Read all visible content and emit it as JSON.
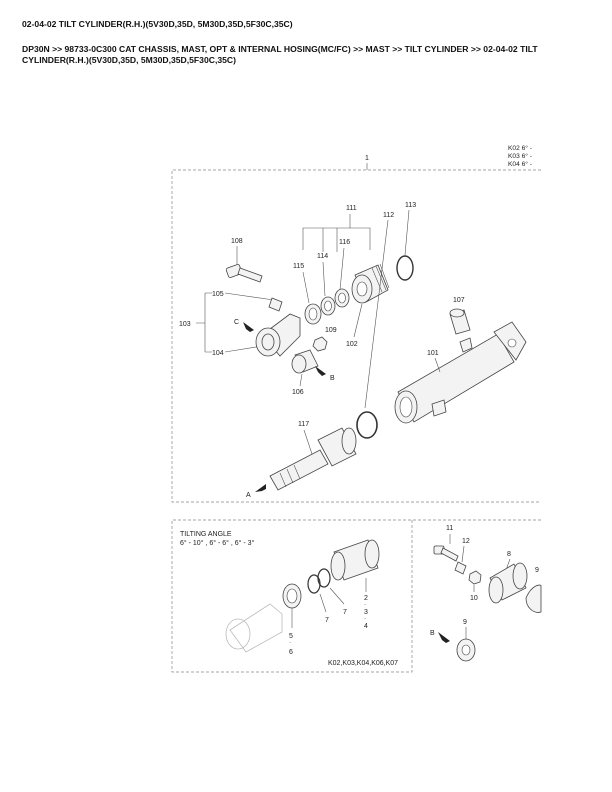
{
  "header": {
    "title": "02-04-02 TILT CYLINDER(R.H.)(5V30D,35D, 5M30D,35D,5F30C,35C)",
    "breadcrumb": "DP30N >> 98733-0C300 CAT CHASSIS, MAST, OPT & INTERNAL HOSING(MC/FC) >> MAST >> TILT CYLINDER >> 02-04-02 TILT CYLINDER(R.H.)(5V30D,35D, 5M30D,35D,5F30C,35C)"
  },
  "diagram": {
    "model_codes": [
      "K02 6°  -",
      "K03 6°  -",
      "K04 6°  -"
    ],
    "assembly_label": "1",
    "labels": {
      "p101": "101",
      "p102": "102",
      "p103": "103",
      "p104": "104",
      "p105": "105",
      "p106": "106",
      "p107": "107",
      "p108": "108",
      "p109": "109",
      "p111": "111",
      "p112": "112",
      "p113": "113",
      "p114": "114",
      "p115": "115",
      "p116": "116",
      "p117": "117"
    },
    "arrows": {
      "a": "A",
      "b": "B",
      "c": "C"
    },
    "lower": {
      "tilting_angle_title": "TILTING ANGLE",
      "tilting_angle_values": "6° - 10° ,  6° - 6° , 6° - 3°",
      "codes": "K02,K03,K04,K06,K07",
      "labels": {
        "l2": "2",
        "l3": "3",
        "l4": "4",
        "l5": "5",
        "l6": "6",
        "l7a": "7",
        "l7b": "7",
        "r11": "11",
        "r12": "12",
        "r10": "10",
        "r8": "8",
        "r9a": "9",
        "r9b": "9"
      },
      "arrow_b": "B"
    }
  }
}
